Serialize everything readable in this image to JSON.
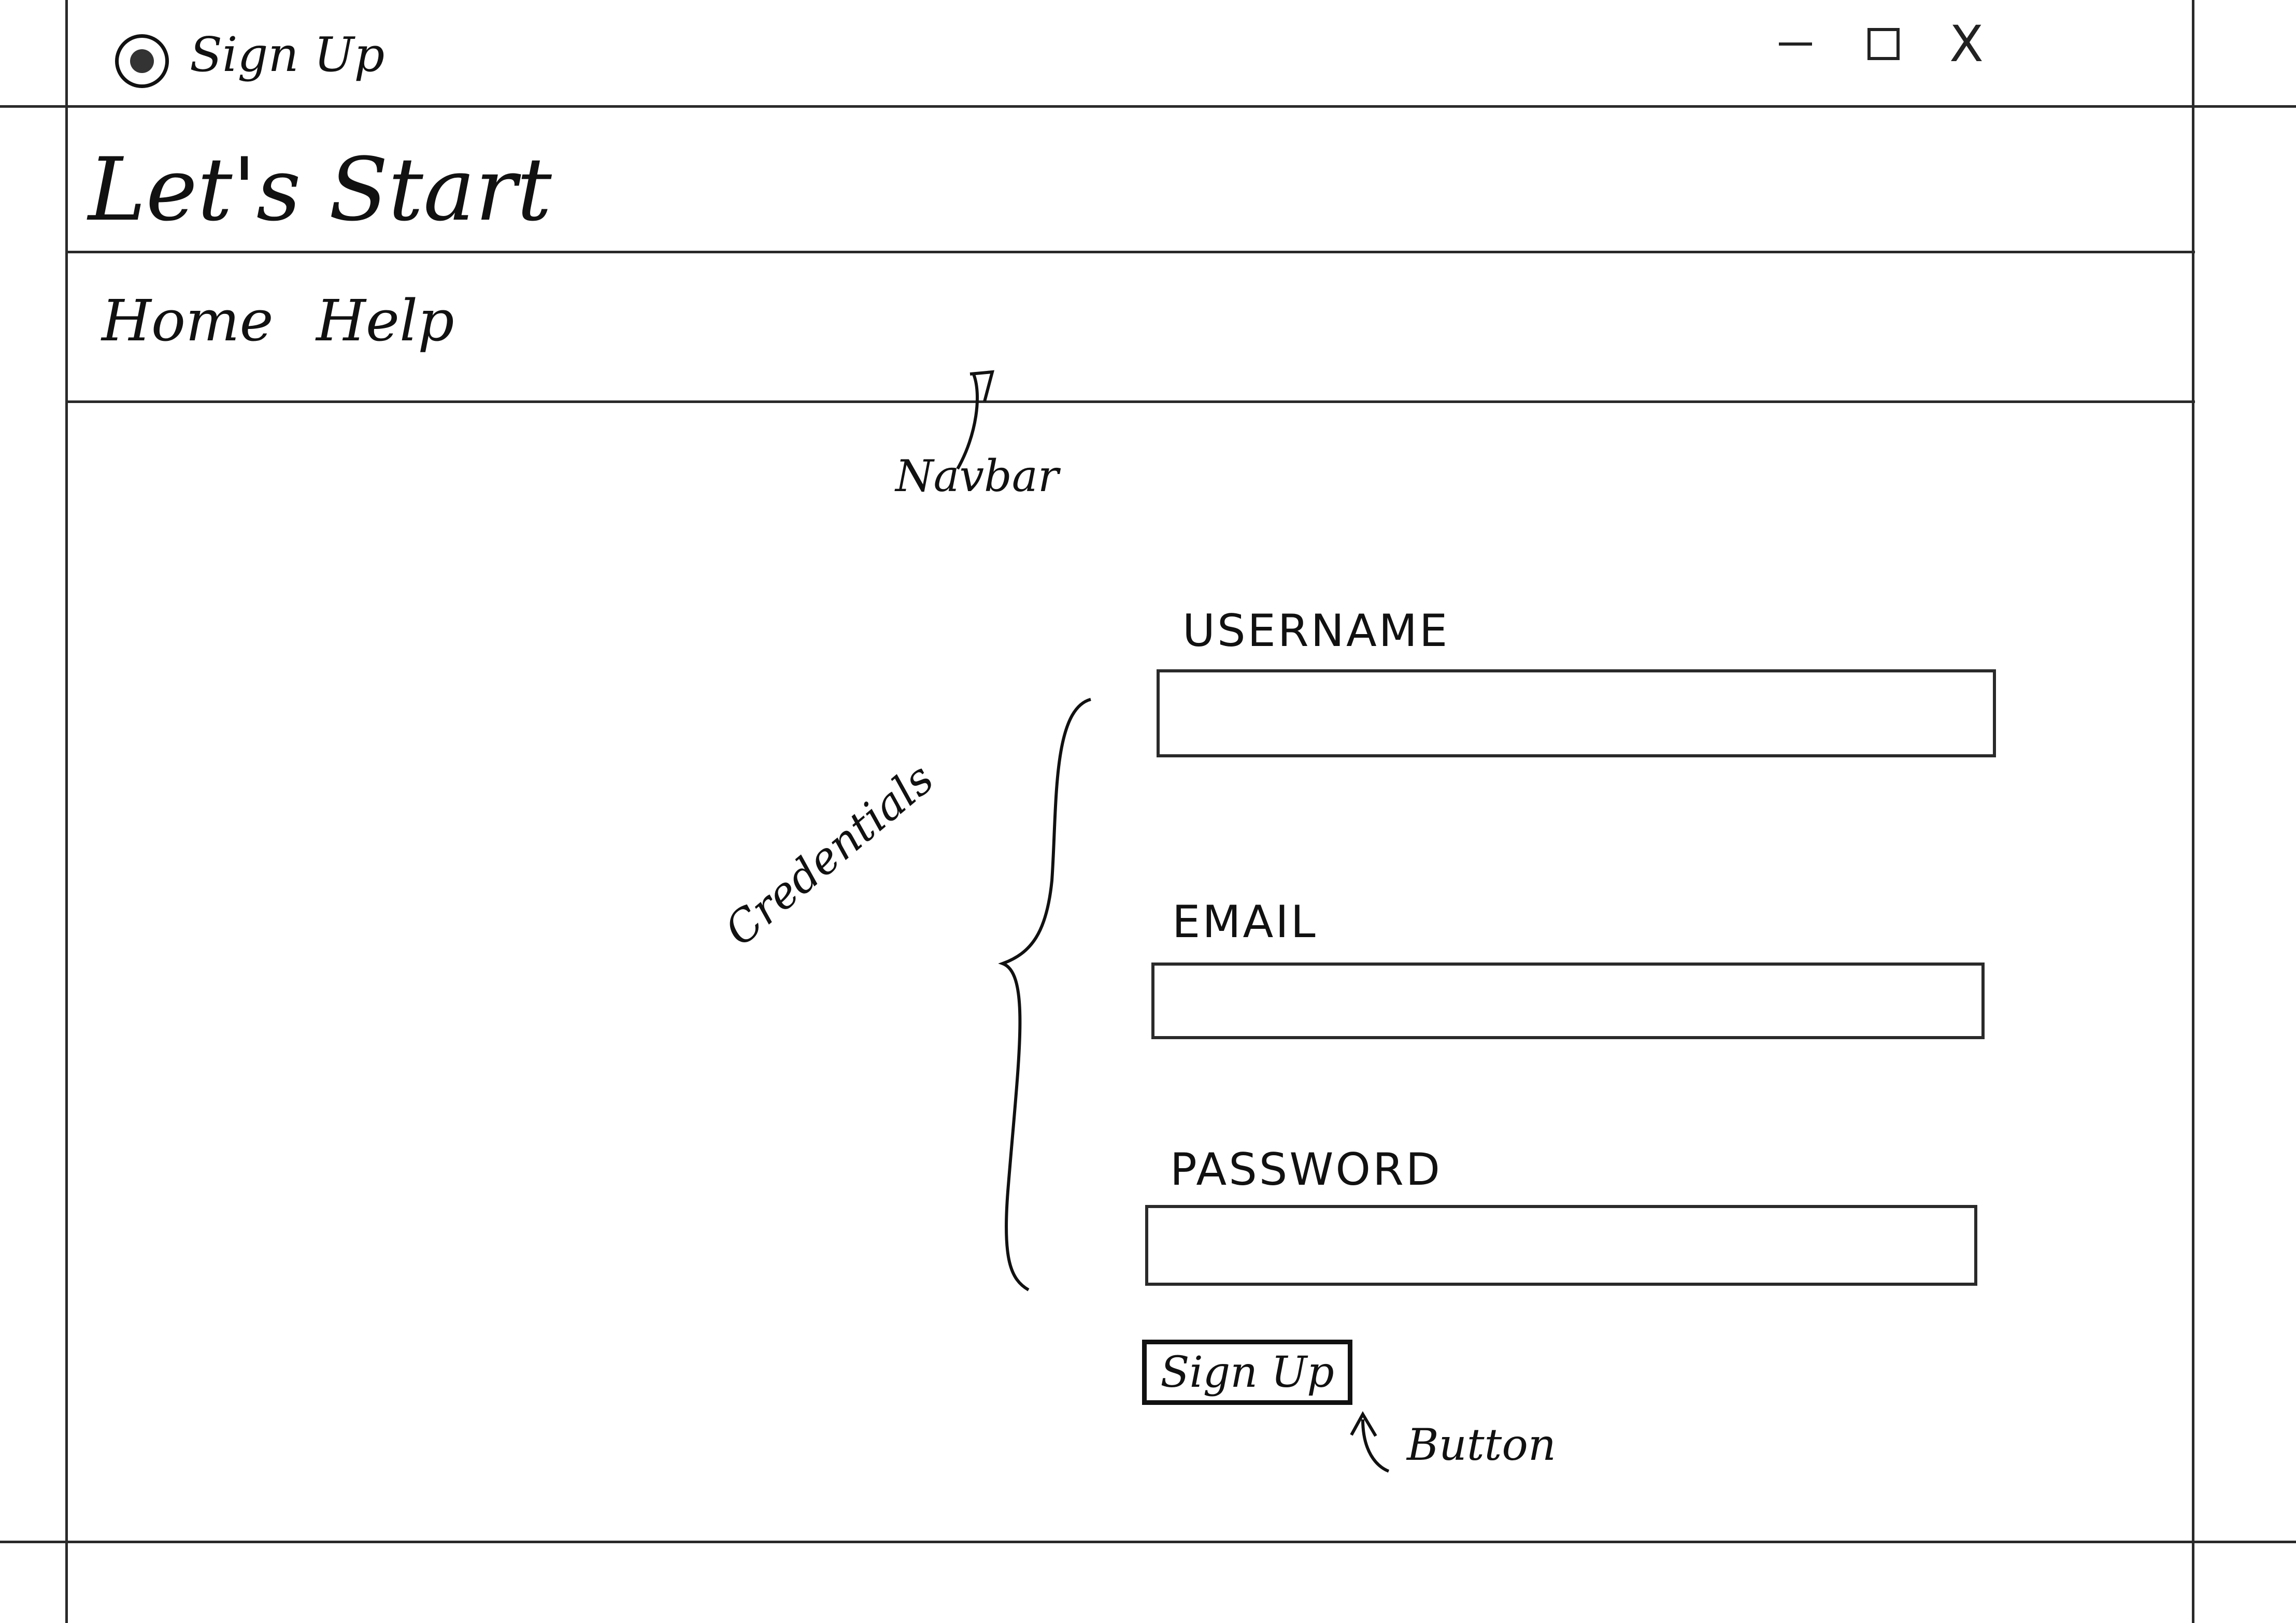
{
  "window": {
    "title": "Sign Up",
    "icon": "app-logo-icon",
    "controls": {
      "minimize_icon": "minimize-icon",
      "maximize_icon": "maximize-icon",
      "close_icon": "close-icon",
      "close_glyph": "X"
    }
  },
  "header": {
    "title": "Let's Start"
  },
  "navbar": {
    "items": [
      {
        "label": "Home"
      },
      {
        "label": "Help"
      }
    ]
  },
  "form": {
    "username": {
      "label": "USERNAME",
      "value": "",
      "placeholder": ""
    },
    "email": {
      "label": "EMAIL",
      "value": "",
      "placeholder": ""
    },
    "password": {
      "label": "PASSWORD",
      "value": "",
      "placeholder": ""
    },
    "submit_label": "Sign Up"
  },
  "annotations": {
    "navbar": "Navbar",
    "credentials": "Credentials",
    "button": "Button"
  },
  "colors": {
    "ink": "#111111",
    "lines": "#2a2a2a",
    "background": "#ffffff"
  }
}
